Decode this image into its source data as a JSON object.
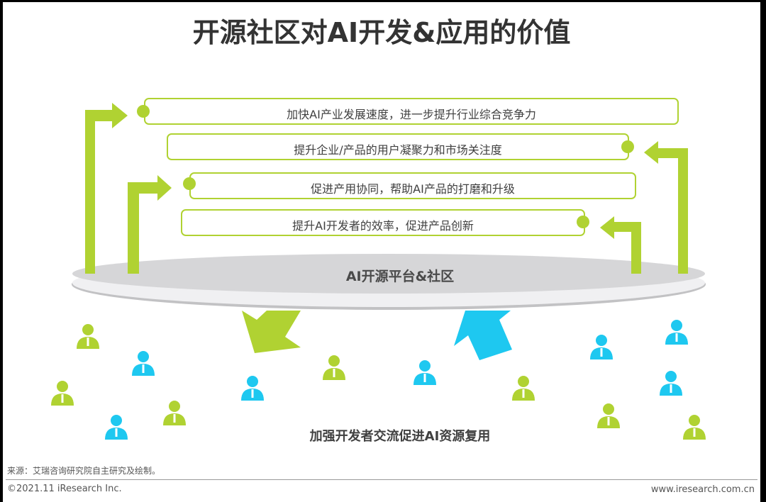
{
  "title": "开源社区对AI开发&应用的价值",
  "values": [
    {
      "text": "加快AI产业发展速度，进一步提升行业综合竞争力"
    },
    {
      "text": "提升企业/产品的用户凝聚力和市场关注度"
    },
    {
      "text": "促进产用协同，帮助AI产品的打磨和升级"
    },
    {
      "text": "提升AI开发者的效率，促进产品创新"
    }
  ],
  "platform": {
    "label": "AI开源平台&社区"
  },
  "community": {
    "label": "加强开发者交流促进AI资源复用"
  },
  "footer": {
    "source": "来源：艾瑞咨询研究院自主研究及绘制。",
    "copyright": "©2021.11 iResearch Inc.",
    "website": "www.iresearch.com.cn"
  },
  "colors": {
    "accent_green": "#b0d232",
    "accent_blue": "#1ec8f0",
    "platform_gray": "#d6d6d8",
    "text_dark": "#333333"
  },
  "icons": {
    "arrow": "arrow-icon",
    "person": "person-icon"
  }
}
